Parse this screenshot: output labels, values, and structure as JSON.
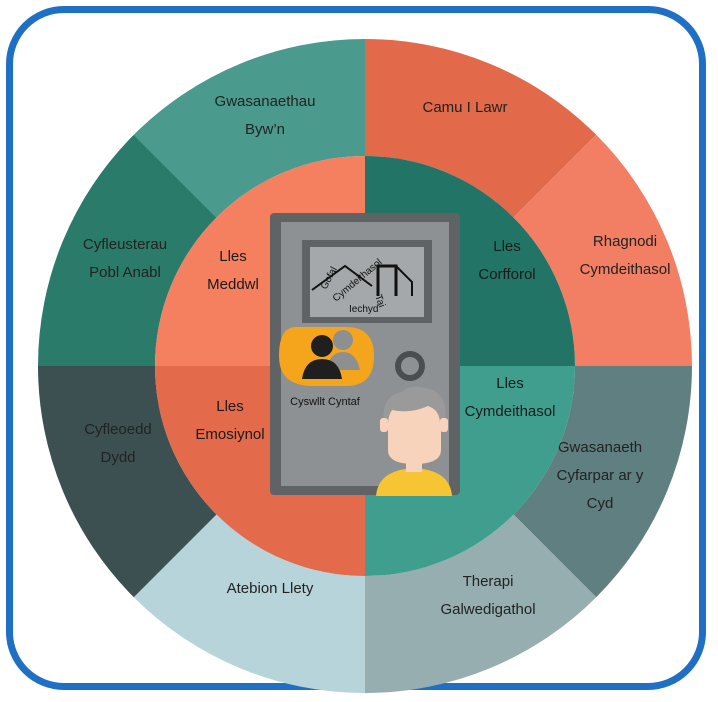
{
  "outer_ring": [
    {
      "label_lines": [
        "Gwasanaethau",
        "Byw’n"
      ],
      "color": "#4a9a8e"
    },
    {
      "label_lines": [
        "Camu I Lawr"
      ],
      "color": "#e2694a"
    },
    {
      "label_lines": [
        "Rhagnodi",
        "Cymdeithasol"
      ],
      "color": "#f27f63"
    },
    {
      "label_lines": [
        "Gwasanaeth",
        "Cyfarpar ar y",
        "Cyd"
      ],
      "color": "#5f7f80"
    },
    {
      "label_lines": [
        "Therapi",
        "Galwedigathol"
      ],
      "color": "#96aeb0"
    },
    {
      "label_lines": [
        "Atebion Llety"
      ],
      "color": "#b6d4d9"
    },
    {
      "label_lines": [
        "Cyfleoedd",
        "Dydd"
      ],
      "color": "#3c5052"
    },
    {
      "label_lines": [
        "Cyfleusterau",
        "Pobl Anabl"
      ],
      "color": "#2b7b6a"
    }
  ],
  "inner_ring": [
    {
      "label_lines": [
        "Lles",
        "Corfforol"
      ],
      "color": "#217466"
    },
    {
      "label_lines": [
        "Lles",
        "Cymdeithasol"
      ],
      "color": "#3f9e8d"
    },
    {
      "label_lines": [
        "Lles",
        "Emosiynol"
      ],
      "color": "#e36a4b"
    },
    {
      "label_lines": [
        "Lles",
        "Meddwl"
      ],
      "color": "#f58060"
    }
  ],
  "center": {
    "sign_words": [
      "Gofal",
      "Cymdeithasol",
      "Tai",
      "Iechyd"
    ],
    "contact_label": "Cyswllt Cyntaf",
    "colors": {
      "door": "#5f6366",
      "panel": "#8d9193",
      "bubble": "#f4a51c",
      "face": "#f6d3ba",
      "hair": "#9a9a9a",
      "shirt": "#f7c434"
    }
  }
}
